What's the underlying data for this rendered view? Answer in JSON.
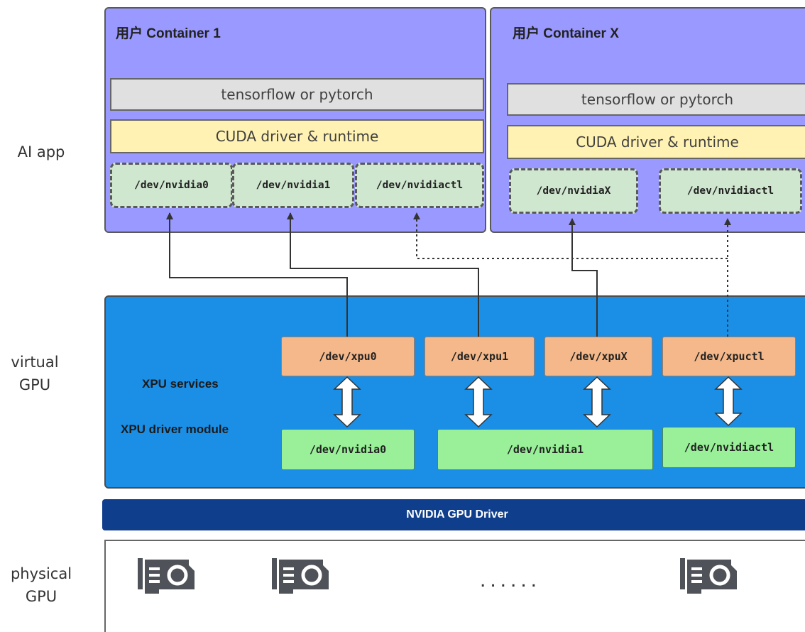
{
  "layers": {
    "ai_app": "AI app",
    "virtual_gpu": [
      "virtual",
      "GPU"
    ],
    "physical_gpu": [
      "physical",
      "GPU"
    ]
  },
  "container1": {
    "title": "用户 Container 1",
    "framework": "tensorflow or pytorch",
    "cuda": "CUDA driver & runtime",
    "devices": [
      "/dev/nvidia0",
      "/dev/nvidia1",
      "/dev/nvidiactl"
    ]
  },
  "containerX": {
    "title": "用户 Container X",
    "framework": "tensorflow or pytorch",
    "cuda": "CUDA driver & runtime",
    "devices": [
      "/dev/nvidiaX",
      "/dev/nvidiactl"
    ]
  },
  "vgpu": {
    "services_label": "XPU services",
    "driver_module_label": "XPU driver module",
    "xpu_devices": [
      "/dev/xpu0",
      "/dev/xpu1",
      "/dev/xpuX",
      "/dev/xpuctl"
    ],
    "nvidia_devices": [
      "/dev/nvidia0",
      "/dev/nvidia1",
      "/dev/nvidiactl"
    ]
  },
  "driver": {
    "label": "NVIDIA GPU Driver"
  },
  "physical": {
    "ellipsis": "......"
  },
  "colors": {
    "container_fill": "#9999ff",
    "vgpu_fill": "#1b8fe6",
    "xpu_fill": "#f4b88a",
    "nvidia_fill": "#99f099",
    "driver_fill": "#0f3f8c",
    "gpu_icon": "#4f5359"
  }
}
